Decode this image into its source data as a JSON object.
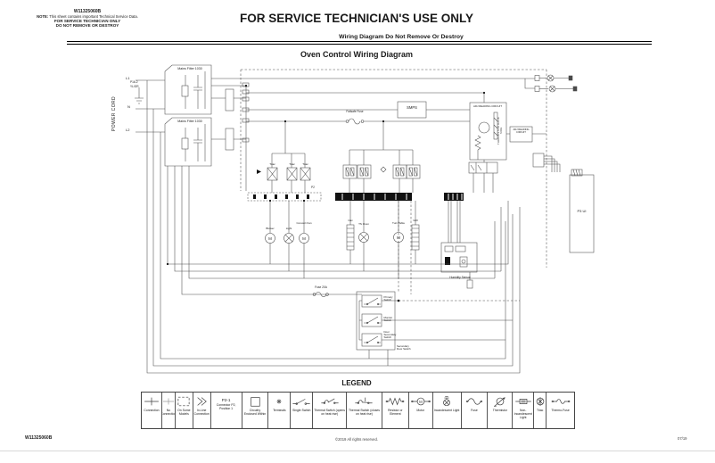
{
  "header": {
    "doc_number": "W11325060B",
    "note_label": "NOTE:",
    "note_text": "This sheet contains important Technical Service Data.",
    "warning_line1": "FOR SERVICE TECHNICIAN ONLY",
    "warning_line2": "DO NOT REMOVE OR DESTROY",
    "title": "FOR SERVICE TECHNICIAN'S USE ONLY",
    "subtitle": "Wiring Diagram Do Not Remove Or Destroy"
  },
  "diagram": {
    "title": "Oven Control Wiring Diagram",
    "labels": {
      "power_cord": "POWER CORD",
      "l1": "L1",
      "n": "N",
      "l2": "L2",
      "mains_filter_top": "Mains Filter 1030",
      "mains_filter_bottom": "Mains Filter 1030",
      "ground_pin": "P16-2",
      "ground_color": "YL/GR",
      "failsafe_fuse": "Failsafe Fuse",
      "smps": "SMPS",
      "adj_reading_circuit_1": "ADJ READING CIRCUIT",
      "adj_reading_circuit_2": "ADJ READING CIRCUIT",
      "thermistor_rack": "THERMISTOR RACK SIDE",
      "p2_connector": "P2",
      "triac": "Triac",
      "motor_letter": "M",
      "p3_ui": "P3 UI",
      "humidity_sensor": "Humidity Sensor",
      "fuse_20a": "Fuse 20A",
      "primary_switch": "Primary Switch",
      "monitor_switch": "Monitor Switch",
      "door_secondary_switch": "Door Secondary Switch",
      "secondary_door_switch": "Secondary Door Switch"
    },
    "components": [
      {
        "label": "Blower",
        "type": "motor"
      },
      {
        "label": "Light",
        "type": "lamp"
      },
      {
        "label": "Convect Fan",
        "type": "motor"
      },
      {
        "label": "Cav",
        "type": "element"
      },
      {
        "label": "TS Oven",
        "type": "lamp"
      },
      {
        "label": "Turn Table",
        "type": "motor"
      },
      {
        "label": "Grill",
        "type": "element"
      }
    ]
  },
  "legend": {
    "title": "LEGEND",
    "items": [
      {
        "name": "connection",
        "label": "Connection"
      },
      {
        "name": "no-connection",
        "label": "No Connection"
      },
      {
        "name": "on-some-models",
        "label": "On Some Models"
      },
      {
        "name": "in-line-connection",
        "label": "In-Line Connection"
      },
      {
        "name": "connector-position",
        "symbol": "P2-1",
        "label": "Connector P2, Position 1"
      },
      {
        "name": "circuitry-enclosed",
        "label": "Circuitry Enclosed Within"
      },
      {
        "name": "terminals",
        "label": "Terminals"
      },
      {
        "name": "single-switch",
        "label": "Single Switch"
      },
      {
        "name": "thermal-switch-opens",
        "label": "Thermal Switch (opens on heat rise)"
      },
      {
        "name": "thermal-switch-closes",
        "label": "Thermal Switch (closes on heat rise)"
      },
      {
        "name": "resistor-or-element",
        "label": "Resistor or Element"
      },
      {
        "name": "motor",
        "symbol": "M",
        "label": "Motor"
      },
      {
        "name": "incandescent-light",
        "label": "Incandescent Light"
      },
      {
        "name": "fuse",
        "label": "Fuse"
      },
      {
        "name": "thermistor",
        "label": "Thermistor"
      },
      {
        "name": "non-incandescent-light",
        "label": "Non-Incandescent Light"
      },
      {
        "name": "triac",
        "label": "Triac"
      },
      {
        "name": "thermo-fuse",
        "label": "Thermo-Fuse"
      }
    ]
  },
  "footer": {
    "doc_number": "W11325060B",
    "copyright": "©2019 All rights reserved.",
    "date": "07/19"
  }
}
